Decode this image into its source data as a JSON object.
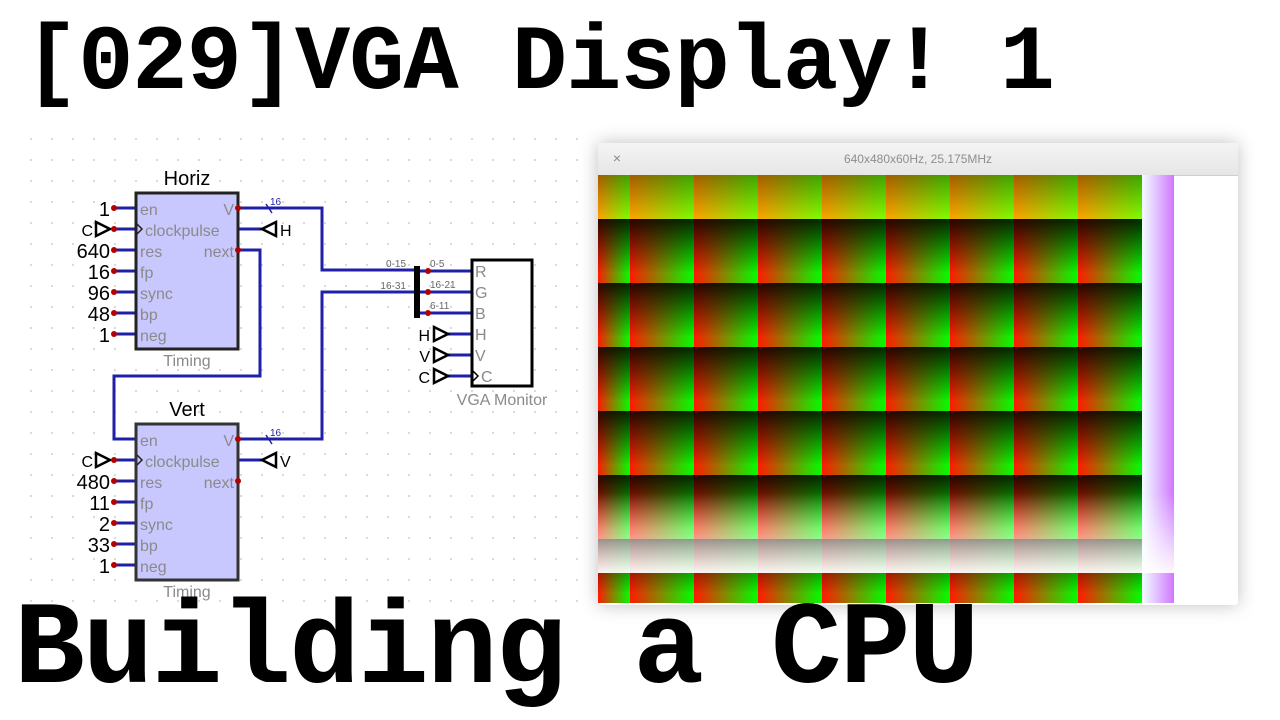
{
  "header": {
    "title_top": "[029]VGA Display! 1",
    "title_bottom": "Building a CPU"
  },
  "circuit": {
    "horiz": {
      "title": "Horiz",
      "subtitle": "Timing",
      "pins_left": [
        "en",
        "clockpulse",
        "res",
        "fp",
        "sync",
        "bp",
        "neg"
      ],
      "inputs": [
        "1",
        "C",
        "640",
        "16",
        "96",
        "48",
        "1"
      ],
      "out_v": "V",
      "out_next": "next",
      "bus_width": "16",
      "tunnel": "H"
    },
    "vert": {
      "title": "Vert",
      "subtitle": "Timing",
      "pins_left": [
        "en",
        "clockpulse",
        "res",
        "fp",
        "sync",
        "bp",
        "neg"
      ],
      "inputs": [
        "C",
        "480",
        "11",
        "2",
        "33",
        "1"
      ],
      "out_v": "V",
      "out_next": "next",
      "bus_width": "16",
      "tunnel": "V"
    },
    "splitter": {
      "in_top": "0-15",
      "in_bottom": "16-31",
      "out_r": "0-5",
      "out_g": "16-21",
      "out_b": "6-11"
    },
    "monitor": {
      "label": "VGA Monitor",
      "pins": [
        "R",
        "G",
        "B",
        "H",
        "V",
        "C"
      ],
      "tunnels": [
        "H",
        "V",
        "C"
      ]
    },
    "colors": {
      "wire": "#1f1fa8",
      "component_fill": "#c8c8ff",
      "pin": "#b30000"
    }
  },
  "window": {
    "close_icon": "×",
    "caption": "640x480x60Hz, 25.175MHz",
    "grid_columns": 10,
    "grid_rows": 7,
    "column_widths": [
      32,
      64,
      64,
      64,
      64,
      64,
      64,
      64,
      64,
      32
    ],
    "row_heights": [
      44,
      64,
      64,
      64,
      64,
      64,
      64
    ]
  }
}
